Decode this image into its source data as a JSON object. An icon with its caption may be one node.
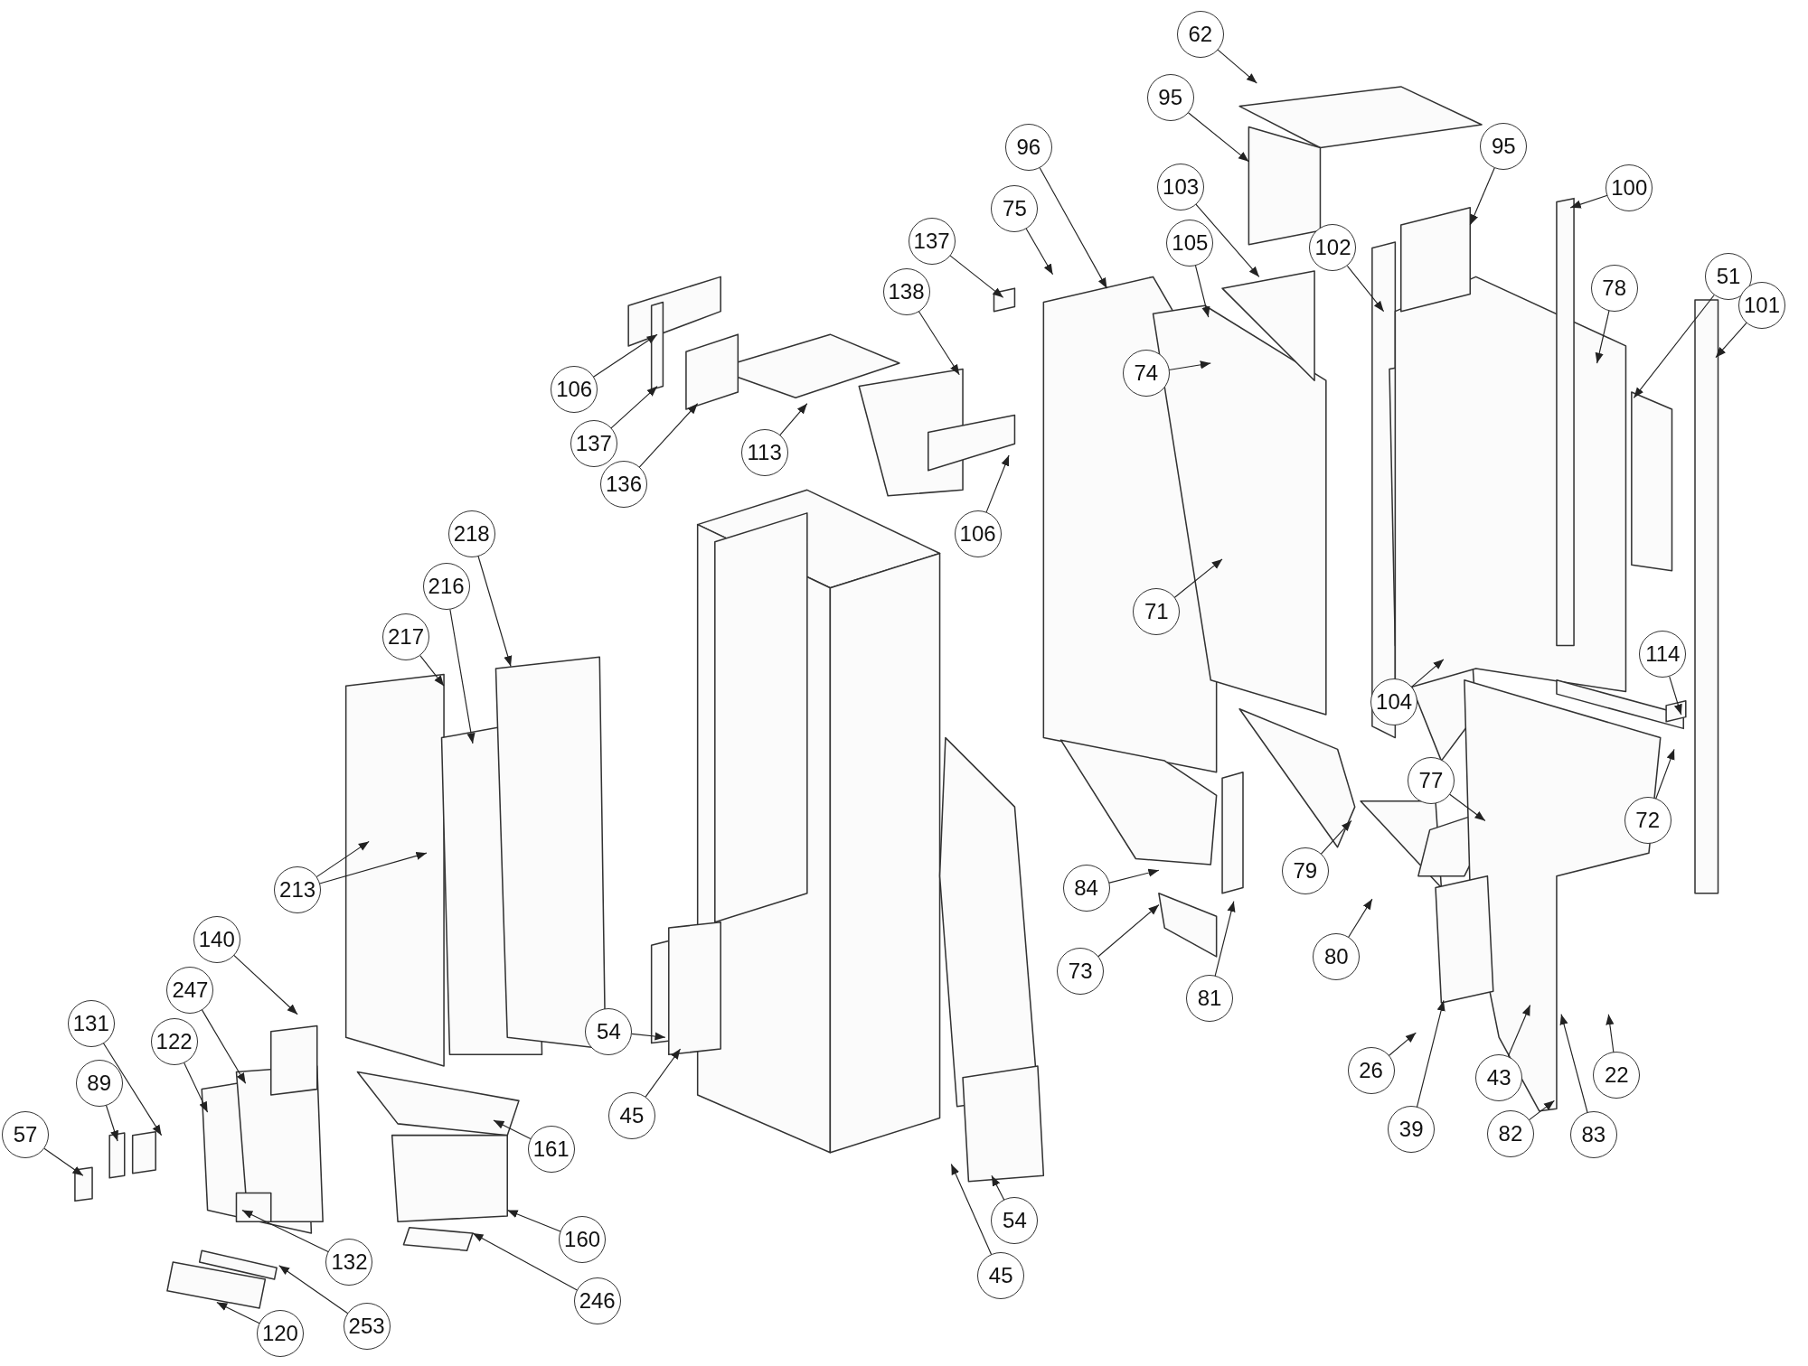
{
  "diagram": {
    "nodes": [
      {
        "text": [
          "62"
        ]
      },
      {
        "text": [
          "95"
        ]
      },
      {
        "text": [
          "95"
        ]
      },
      {
        "text": [
          "100"
        ]
      },
      {
        "text": [
          "96"
        ]
      },
      {
        "text": [
          "103"
        ]
      },
      {
        "text": [
          "75"
        ]
      },
      {
        "text": [
          "137"
        ]
      },
      {
        "text": [
          "138"
        ]
      },
      {
        "text": [
          "105"
        ]
      },
      {
        "text": [
          "78"
        ]
      },
      {
        "text": [
          "102"
        ]
      },
      {
        "text": [
          "51"
        ]
      },
      {
        "text": [
          "101"
        ]
      },
      {
        "text": [
          "106"
        ]
      },
      {
        "text": [
          "137"
        ]
      },
      {
        "text": [
          "136"
        ]
      },
      {
        "text": [
          "113"
        ]
      },
      {
        "text": [
          "106"
        ]
      },
      {
        "text": [
          "74"
        ]
      },
      {
        "text": [
          "218"
        ]
      },
      {
        "text": [
          "216"
        ]
      },
      {
        "text": [
          "217"
        ]
      },
      {
        "text": [
          "71"
        ]
      },
      {
        "text": [
          "114"
        ]
      },
      {
        "text": [
          "104"
        ]
      },
      {
        "text": [
          "77"
        ]
      },
      {
        "text": [
          "72"
        ]
      },
      {
        "text": [
          "213"
        ]
      },
      {
        "text": [
          "84"
        ]
      },
      {
        "text": [
          "79"
        ]
      },
      {
        "text": [
          "80"
        ]
      },
      {
        "text": [
          "73"
        ]
      },
      {
        "text": [
          "81"
        ]
      },
      {
        "text": [
          "140"
        ]
      },
      {
        "text": [
          "247"
        ]
      },
      {
        "text": [
          "131"
        ]
      },
      {
        "text": [
          "122"
        ]
      },
      {
        "text": [
          "89"
        ]
      },
      {
        "text": [
          "57"
        ]
      },
      {
        "text": [
          "54"
        ]
      },
      {
        "text": [
          "45"
        ]
      },
      {
        "text": [
          "161"
        ]
      },
      {
        "text": [
          "26"
        ]
      },
      {
        "text": [
          "43"
        ]
      },
      {
        "text": [
          "22"
        ]
      },
      {
        "text": [
          "39"
        ]
      },
      {
        "text": [
          "82"
        ]
      },
      {
        "text": [
          "83"
        ]
      },
      {
        "text": [
          "54"
        ]
      },
      {
        "text": [
          "160"
        ]
      },
      {
        "text": [
          "132"
        ]
      },
      {
        "text": [
          "45"
        ]
      },
      {
        "text": [
          "246"
        ]
      },
      {
        "text": [
          "253"
        ]
      },
      {
        "text": [
          "120"
        ]
      }
    ],
    "edges": [
      {
        "from": 0,
        "to": null,
        "arrow": "to"
      },
      {
        "from": 1,
        "to": null,
        "arrow": "to"
      },
      {
        "from": 2,
        "to": null,
        "arrow": "to"
      },
      {
        "from": 3,
        "to": null,
        "arrow": "to"
      },
      {
        "from": 4,
        "to": null,
        "arrow": "to"
      },
      {
        "from": 5,
        "to": null,
        "arrow": "to"
      },
      {
        "from": 6,
        "to": null,
        "arrow": "to"
      },
      {
        "from": 7,
        "to": null,
        "arrow": "to"
      },
      {
        "from": 8,
        "to": null,
        "arrow": "to"
      },
      {
        "from": 9,
        "to": null,
        "arrow": "to"
      },
      {
        "from": 10,
        "to": null,
        "arrow": "to"
      },
      {
        "from": 11,
        "to": null,
        "arrow": "to"
      },
      {
        "from": 12,
        "to": null,
        "arrow": "to"
      },
      {
        "from": 13,
        "to": null,
        "arrow": "to"
      },
      {
        "from": 14,
        "to": null,
        "arrow": "to"
      },
      {
        "from": 15,
        "to": null,
        "arrow": "to"
      },
      {
        "from": 16,
        "to": null,
        "arrow": "to"
      },
      {
        "from": 17,
        "to": null,
        "arrow": "to"
      },
      {
        "from": 18,
        "to": null,
        "arrow": "to"
      },
      {
        "from": 19,
        "to": null,
        "arrow": "to"
      },
      {
        "from": 20,
        "to": null,
        "arrow": "to"
      },
      {
        "from": 21,
        "to": null,
        "arrow": "to"
      },
      {
        "from": 22,
        "to": null,
        "arrow": "to"
      },
      {
        "from": 23,
        "to": null,
        "arrow": "to"
      },
      {
        "from": 24,
        "to": null,
        "arrow": "to"
      },
      {
        "from": 25,
        "to": null,
        "arrow": "to"
      },
      {
        "from": 26,
        "to": null,
        "arrow": "to"
      },
      {
        "from": 27,
        "to": null,
        "arrow": "to"
      },
      {
        "from": 28,
        "to": null,
        "arrow": "to"
      },
      {
        "from": 28,
        "to": null,
        "arrow": "to"
      },
      {
        "from": 29,
        "to": null,
        "arrow": "to"
      },
      {
        "from": 30,
        "to": null,
        "arrow": "to"
      },
      {
        "from": 31,
        "to": null,
        "arrow": "to"
      },
      {
        "from": 32,
        "to": null,
        "arrow": "to"
      },
      {
        "from": 33,
        "to": null,
        "arrow": "to"
      },
      {
        "from": 34,
        "to": null,
        "arrow": "to"
      },
      {
        "from": 35,
        "to": null,
        "arrow": "to"
      },
      {
        "from": 36,
        "to": null,
        "arrow": "to"
      },
      {
        "from": 37,
        "to": null,
        "arrow": "to"
      },
      {
        "from": 38,
        "to": null,
        "arrow": "to"
      },
      {
        "from": 39,
        "to": null,
        "arrow": "to"
      },
      {
        "from": 40,
        "to": null,
        "arrow": "to"
      },
      {
        "from": 41,
        "to": null,
        "arrow": "to"
      },
      {
        "from": 42,
        "to": null,
        "arrow": "to"
      },
      {
        "from": 43,
        "to": null,
        "arrow": "to"
      },
      {
        "from": 44,
        "to": null,
        "arrow": "to"
      },
      {
        "from": 45,
        "to": null,
        "arrow": "to"
      },
      {
        "from": 46,
        "to": null,
        "arrow": "to"
      },
      {
        "from": 47,
        "to": null,
        "arrow": "to"
      },
      {
        "from": 48,
        "to": null,
        "arrow": "to"
      },
      {
        "from": 49,
        "to": null,
        "arrow": "to"
      },
      {
        "from": 50,
        "to": null,
        "arrow": "to"
      },
      {
        "from": 51,
        "to": null,
        "arrow": "to"
      },
      {
        "from": 52,
        "to": null,
        "arrow": "to"
      },
      {
        "from": 53,
        "to": null,
        "arrow": "to"
      },
      {
        "from": 54,
        "to": null,
        "arrow": "to"
      },
      {
        "from": 55,
        "to": null,
        "arrow": "to"
      }
    ]
  }
}
